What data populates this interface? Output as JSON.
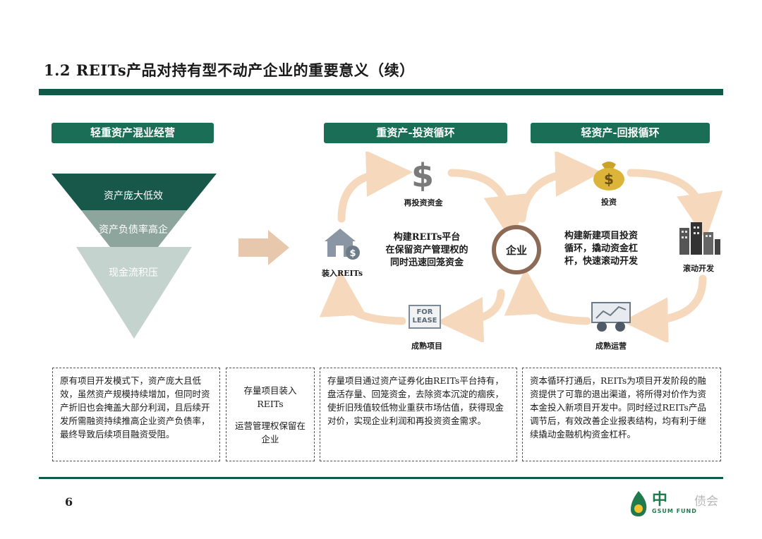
{
  "title": "1.2  REITs产品对持有型不动产企业的重要意义（续）",
  "left_header": "轻重资产混业经营",
  "heavy_header": "重资产-投资循环",
  "light_header": "轻资产-回报循环",
  "funnel": [
    "资产庞大低效",
    "资产负债率高企",
    "现金流积压"
  ],
  "heavy_cycle": {
    "center_text": "构建REITs平台\n在保留资产管理权的\n同时迅速回笼资金",
    "top": "再投资资金",
    "left": "装入REITs",
    "bottom": "成熟项目",
    "for_lease_sign": "FOR\nLEASE"
  },
  "hub": "企业",
  "light_cycle": {
    "center_text": "构建新建项目投资\n循环，撬动资金杠\n杆，快速滚动开发",
    "top": "投资",
    "right": "滚动开发",
    "bottom": "成熟运营",
    "bag_symbol": "$"
  },
  "boxes": {
    "b1": "原有项目开发模式下，资产庞大且低效，虽然资产规模持续增加，但同时资产折旧也会掩盖大部分利润，且后续开发所需融资持续推高企业资产负债率，最终导致后续项目融资受阻。",
    "b2_line1": "存量项目装入REITs",
    "b2_line2": "运营管理权保留在企业",
    "b3": "存量项目通过资产证券化由REITs平台持有，盘活存量、回笼资金，去除资本沉淀的痼疾，使折旧残值较低物业重获市场估值，获得现金对价，实现企业利润和再投资资金需求。",
    "b4": "资本循环打通后，REITs为项目开发阶段的融资提供了可靠的退出渠道，将所得对价作为资本金投入新项目开发中。同时经过REITs产品调节后，有效改善企业报表结构，均有利于继续撬动金融机构资金杠杆。"
  },
  "page_number": "6",
  "logo": {
    "name": "中",
    "tagline": "GSUM FUND",
    "watermark": "债会"
  },
  "colors": {
    "dark_green": "#0f5a48",
    "pill_green": "#1a6e55",
    "arrow_peach": "#f6d9bd",
    "hub_ring": "#8c6a55"
  }
}
